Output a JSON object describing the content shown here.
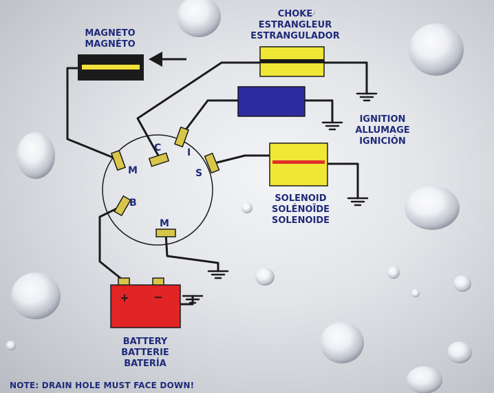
{
  "labels": {
    "magneto": [
      "MAGNETO",
      "MAGNÉTO"
    ],
    "choke": [
      "CHOKE",
      "ESTRANGLEUR",
      "ESTRANGULADOR"
    ],
    "ignition": [
      "IGNITION",
      "ALLUMAGE",
      "IGNICIÓN"
    ],
    "solenoid": [
      "SOLENOID",
      "SOLÉNOÏDE",
      "SOLENOIDE"
    ],
    "battery": [
      "BATTERY",
      "BATTERIE",
      "BATERÍA"
    ]
  },
  "terminals": {
    "m_left": "M",
    "c": "C",
    "i": "I",
    "s": "S",
    "b": "B",
    "m_bottom": "M"
  },
  "battery_signs": {
    "plus": "+",
    "minus": "−"
  },
  "note": "NOTE: DRAIN HOLE MUST FACE DOWN!",
  "colors": {
    "wire": "#1a1a1a",
    "label": "#1f2a7a",
    "terminal": "#d8c64a",
    "magneto_body": "#1b1b1b",
    "magneto_strip": "#f2e23a",
    "choke_body": "#f0e636",
    "ignition_body": "#2e2aa0",
    "solenoid_body": "#f0e636",
    "solenoid_strip": "#e0302c",
    "battery_body": "#e12424"
  }
}
